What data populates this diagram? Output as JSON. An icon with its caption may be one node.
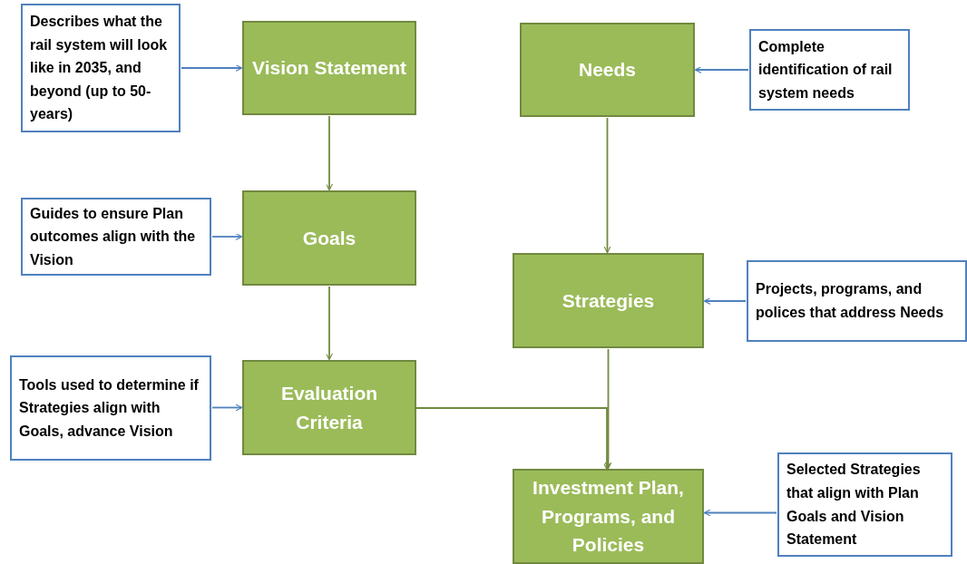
{
  "diagram": {
    "nodes": [
      {
        "text": [
          "Describes what the rail system will look like in 2035, and beyond (up to 50-years)"
        ]
      },
      {
        "text": [
          "Vision Statement"
        ]
      },
      {
        "text": [
          "Needs"
        ]
      },
      {
        "text": [
          "Complete identification of rail system needs"
        ]
      },
      {
        "text": [
          "Guides to ensure Plan outcomes align with the Vision"
        ]
      },
      {
        "text": [
          "Goals"
        ]
      },
      {
        "text": [
          "Strategies"
        ]
      },
      {
        "text": [
          "Projects, programs, and polices that address Needs"
        ]
      },
      {
        "text": [
          "Tools used to determine if Strategies align with Goals, advance Vision"
        ]
      },
      {
        "text": [
          "Evaluation Criteria"
        ]
      },
      {
        "text": [
          "Investment Plan, Programs, and Policies"
        ]
      },
      {
        "text": [
          "Selected Strategies that align with Plan Goals and Vision Statement"
        ]
      }
    ],
    "edges": [
      {
        "from": 0,
        "to": 1,
        "arrow": "to"
      },
      {
        "from": 3,
        "to": 2,
        "arrow": "to"
      },
      {
        "from": 1,
        "to": 5,
        "arrow": "to",
        "color": "#71893f"
      },
      {
        "from": 4,
        "to": 5,
        "arrow": "to"
      },
      {
        "from": 2,
        "to": 6,
        "arrow": "to",
        "color": "#71893f"
      },
      {
        "from": 7,
        "to": 6,
        "arrow": "to"
      },
      {
        "from": 5,
        "to": 9,
        "arrow": "to",
        "color": "#71893f"
      },
      {
        "from": 8,
        "to": 9,
        "arrow": "to"
      },
      {
        "from": 9,
        "to": 10,
        "arrow": "to",
        "color": "#71893f"
      },
      {
        "from": 6,
        "to": 10,
        "arrow": "to",
        "color": "#71893f"
      },
      {
        "from": 11,
        "to": 10,
        "arrow": "to"
      }
    ]
  }
}
